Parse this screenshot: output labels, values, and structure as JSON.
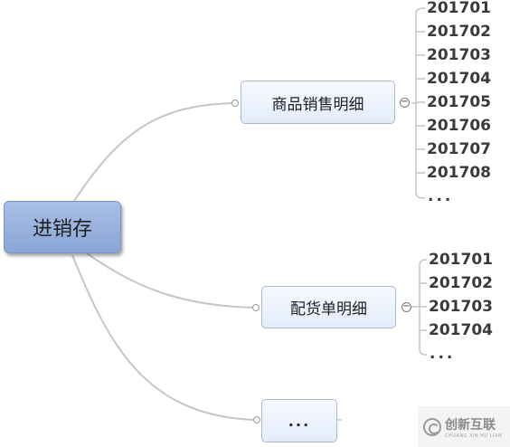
{
  "root": {
    "label": "进销存"
  },
  "branches": [
    {
      "label": "商品销售明细",
      "leaves": [
        "201701",
        "201702",
        "201703",
        "201704",
        "201705",
        "201706",
        "201707",
        "201708",
        "..."
      ]
    },
    {
      "label": "配货单明细",
      "leaves": [
        "201701",
        "201702",
        "201703",
        "201704",
        "..."
      ]
    },
    {
      "label": "..."
    }
  ],
  "collapse_symbol": "−",
  "watermark": {
    "main": "创新互联",
    "sub": "CHUANG XIN HU LIAN",
    "icon": "logo-icon"
  },
  "colors": {
    "line": "#c6c6c6",
    "root_fill": "#9ab3df",
    "branch_fill": "#eaf0fc"
  }
}
